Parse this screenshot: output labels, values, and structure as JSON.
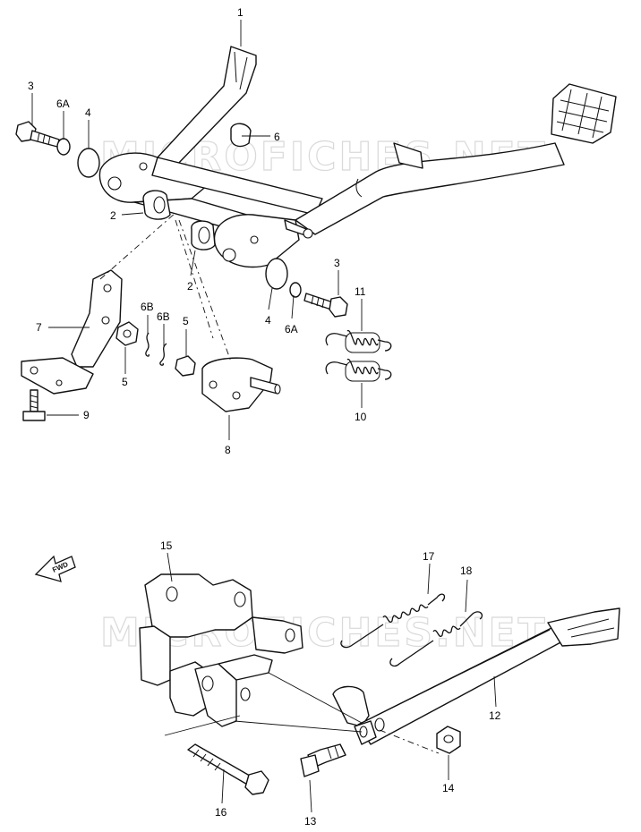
{
  "watermarks": [
    "MICROFICHES.NET",
    "MICROFICHES.NET"
  ],
  "fwd_label": "FWD",
  "callouts": {
    "c1": "1",
    "c3a": "3",
    "c6a_top": "6A",
    "c4a": "4",
    "c6": "6",
    "c2a": "2",
    "c2b": "2",
    "c7": "7",
    "c6b_a": "6B",
    "c6b_b": "6B",
    "c5a": "5",
    "c5b": "5",
    "c3b": "3",
    "c11": "11",
    "c4b": "4",
    "c6a_bot": "6A",
    "c10": "10",
    "c9": "9",
    "c8": "8",
    "c15": "15",
    "c17": "17",
    "c18": "18",
    "c12": "12",
    "c14": "14",
    "c16": "16",
    "c13": "13"
  },
  "icons": [
    "fwd-arrow-icon"
  ]
}
